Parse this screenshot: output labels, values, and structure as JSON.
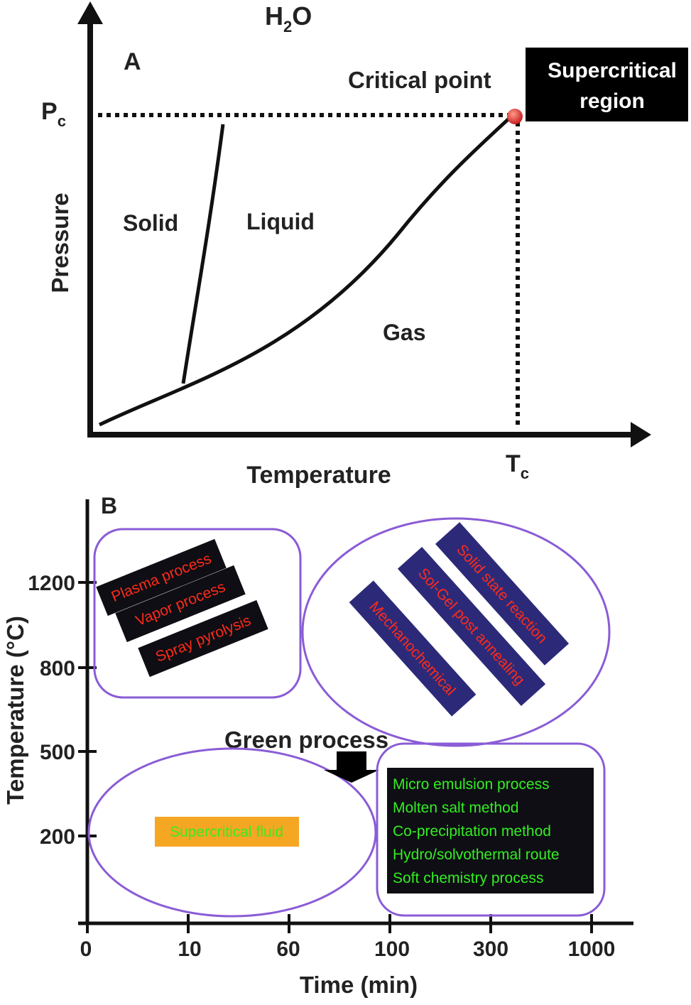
{
  "panel_a": {
    "title": "H",
    "title_sub": "2",
    "title_tail": "O",
    "panel_label": "A",
    "y_axis_label": "Pressure",
    "x_axis_label": "Temperature",
    "pc_label": "P",
    "pc_sub": "c",
    "tc_label": "T",
    "tc_sub": "c",
    "critical_point_label": "Critical point",
    "supercritical_region": [
      "Supercritical",
      "region"
    ],
    "regions": {
      "solid": "Solid",
      "liquid": "Liquid",
      "gas": "Gas"
    },
    "colors": {
      "critical_point": "#d93a3a",
      "supercritical_box": "#000000",
      "supercritical_text": "#ffffff"
    }
  },
  "panel_b": {
    "panel_label": "B",
    "y_axis_label": "Temperature (°C)",
    "x_axis_label": "Time (min)",
    "y_ticks": [
      "1200",
      "800",
      "500",
      "200"
    ],
    "x_ticks": [
      "0",
      "10",
      "60",
      "100",
      "300",
      "1000"
    ],
    "group_high_temp_short": [
      "Plasma process",
      "Vapor process",
      "Spray pyrolysis"
    ],
    "group_high_temp_long": [
      "Solid state reaction",
      "Sol-Gel post annealing",
      "Mechanochemical"
    ],
    "green_process_label": "Green process",
    "supercritical_fluid_label": "Supercritical fluid",
    "group_soft": [
      "Micro emulsion process",
      "Molten salt method",
      "Co-precipitation method",
      "Hydro/solvothermal route",
      "Soft chemistry process"
    ],
    "colors": {
      "outline": "#8a5cd6",
      "dark_label_bg": "#0e0e14",
      "navy_label_bg": "#2c2a78",
      "red_text": "#ff2a1a",
      "green_text": "#33ee22",
      "orange_bg": "#f5a623",
      "arrow": "#000000"
    }
  }
}
